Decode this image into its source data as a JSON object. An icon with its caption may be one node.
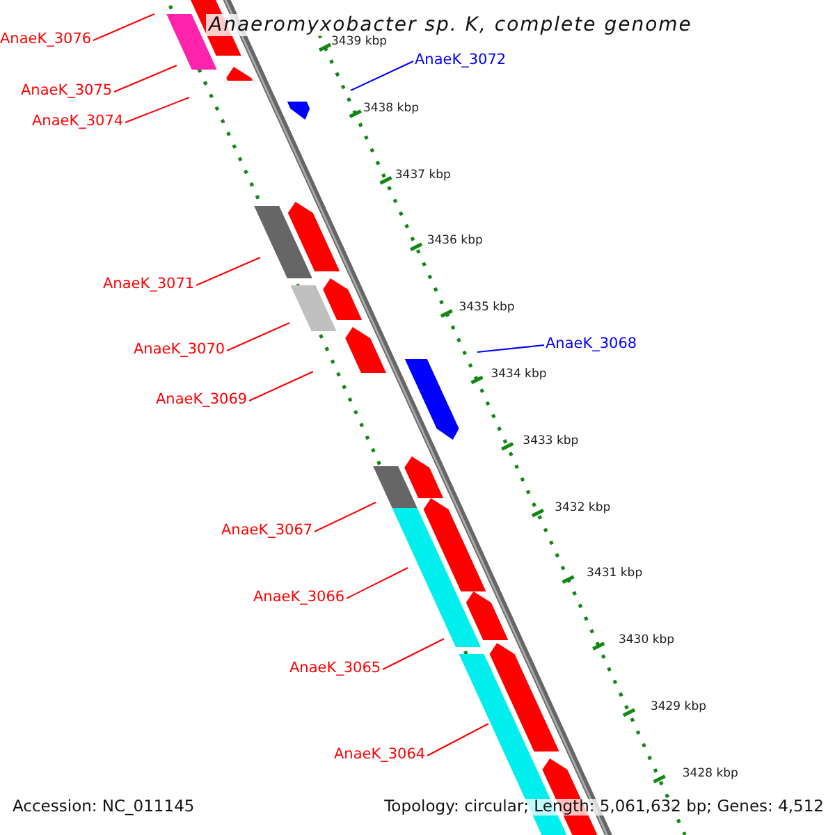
{
  "diagram": {
    "title": "Anaeromyxobacter sp. K, complete genome",
    "nodes": [
      {
        "text": [
          "AnaeK_3076"
        ]
      },
      {
        "text": [
          "AnaeK_3072"
        ]
      },
      {
        "text": [
          "AnaeK_3075"
        ]
      },
      {
        "text": [
          "AnaeK_3074"
        ]
      },
      {
        "text": [
          "AnaeK_3071"
        ]
      },
      {
        "text": [
          "AnaeK_3068"
        ]
      },
      {
        "text": [
          "AnaeK_3070"
        ]
      },
      {
        "text": [
          "AnaeK_3069"
        ]
      },
      {
        "text": [
          "AnaeK_3067"
        ]
      },
      {
        "text": [
          "AnaeK_3066"
        ]
      },
      {
        "text": [
          "AnaeK_3065"
        ]
      },
      {
        "text": [
          "AnaeK_3064"
        ]
      }
    ],
    "edges": [
      {
        "from": 0,
        "to": null,
        "arrow": "none"
      },
      {
        "from": 1,
        "to": null,
        "arrow": "none",
        "color": "#0000ff"
      },
      {
        "from": 2,
        "to": null,
        "arrow": "none"
      },
      {
        "from": 3,
        "to": null,
        "arrow": "none"
      },
      {
        "from": 4,
        "to": null,
        "arrow": "none"
      },
      {
        "from": 5,
        "to": null,
        "arrow": "none",
        "color": "#0000ff"
      },
      {
        "from": 6,
        "to": null,
        "arrow": "none"
      },
      {
        "from": 7,
        "to": null,
        "arrow": "none"
      },
      {
        "from": 8,
        "to": null,
        "arrow": "none"
      },
      {
        "from": 9,
        "to": null,
        "arrow": "none"
      },
      {
        "from": 10,
        "to": null,
        "arrow": "none"
      },
      {
        "from": 11,
        "to": null,
        "arrow": "none"
      }
    ],
    "labels": [
      "3439 kbp",
      "3438 kbp",
      "3437 kbp",
      "3436 kbp",
      "3435 kbp",
      "3434 kbp",
      "3433 kbp",
      "3432 kbp",
      "3431 kbp",
      "3430 kbp",
      "3429 kbp",
      "3428 kbp",
      "Accession: NC_011145",
      "Topology: circular; Length: 5,061,632 bp; Genes: 4,512"
    ]
  }
}
